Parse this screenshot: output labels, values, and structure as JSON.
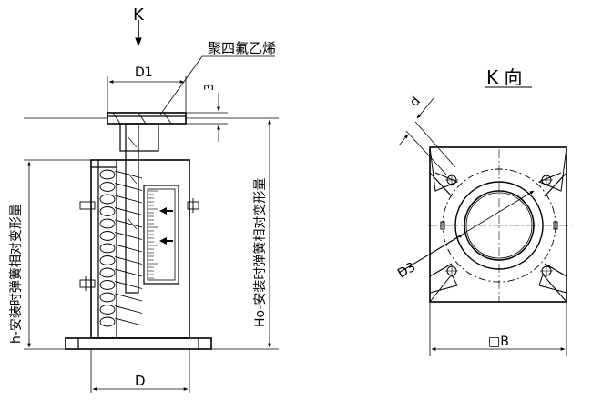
{
  "labels": {
    "k_arrow": "K",
    "view_title": "K 向",
    "dim_d1": "D1",
    "material": "聚四氟乙烯",
    "dim_3": "3",
    "dim_h": "h-安装时弹簧相对变形量",
    "dim_ho": "Ho-安装时弹簧相对变形量",
    "dim_d": "D",
    "dim_d3": "D3",
    "dim_b": "□B",
    "dim_d_small": "d"
  }
}
